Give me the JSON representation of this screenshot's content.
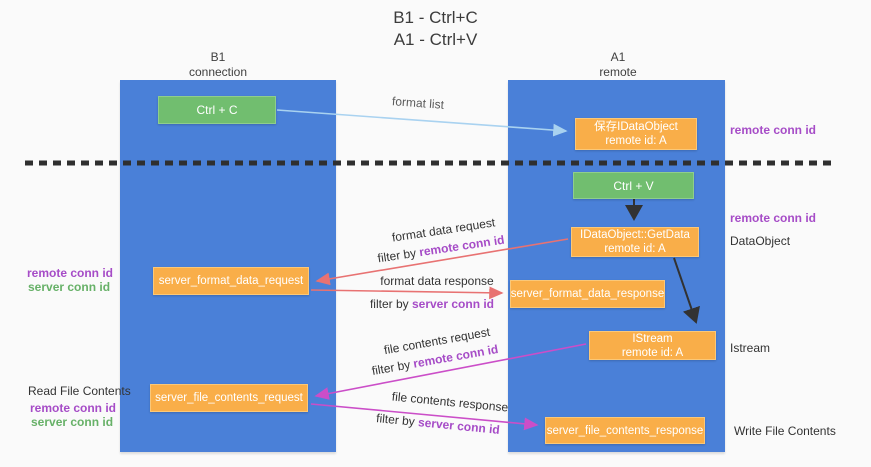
{
  "title": {
    "line1": "B1 - Ctrl+C",
    "line2": "A1 - Ctrl+V"
  },
  "columns": {
    "left": {
      "name": "B1",
      "role": "connection"
    },
    "right": {
      "name": "A1",
      "role": "remote"
    }
  },
  "nodes": {
    "ctrl_c": {
      "label": "Ctrl + C"
    },
    "ctrl_v": {
      "label": "Ctrl + V"
    },
    "save_idataobject": {
      "line1": "保存IDataObject",
      "line2": "remote id: A"
    },
    "getdata": {
      "line1": "IDataObject::GetData",
      "line2": "remote id: A"
    },
    "istream": {
      "line1": "IStream",
      "line2": "remote id: A"
    },
    "format_request": {
      "label": "server_format_data_request"
    },
    "format_response": {
      "label": "server_format_data_response"
    },
    "file_request": {
      "label": "server_file_contents_request"
    },
    "file_response": {
      "label": "server_file_contents_response"
    }
  },
  "arrows": {
    "format_list": {
      "label": "format list"
    },
    "format_data_request": {
      "label": "format data request",
      "filter_prefix": "filter by ",
      "filter_key": "remote conn id"
    },
    "format_data_response": {
      "label": "format data response",
      "filter_prefix": "filter by ",
      "filter_key": "server conn id"
    },
    "file_contents_request": {
      "label": "file contents request",
      "filter_prefix": "filter by ",
      "filter_key": "remote conn id"
    },
    "file_contents_response": {
      "label": "file contents response",
      "filter_prefix": "filter by ",
      "filter_key": "server conn id"
    }
  },
  "side_labels": {
    "right_remote_conn_top": "remote conn id",
    "right_remote_conn_mid": "remote conn id",
    "right_dataobject": "DataObject",
    "right_istream": "Istream",
    "right_write_file": "Write File Contents",
    "left_remote_conn_top": "remote conn id",
    "left_server_conn_top": "server conn id",
    "left_read_file": "Read File Contents",
    "left_remote_conn_bottom": "remote conn id",
    "left_server_conn_bottom": "server conn id"
  },
  "colors": {
    "column_blue": "#4a80d8",
    "box_green": "#71be6f",
    "box_orange": "#f9ae49",
    "arrow_light_blue": "#a9d2f0",
    "arrow_red": "#e87272",
    "arrow_magenta": "#cb4ec8",
    "text_purple": "#a64cc7",
    "text_green": "#67b168",
    "dashed_line": "#2f2f2f"
  }
}
